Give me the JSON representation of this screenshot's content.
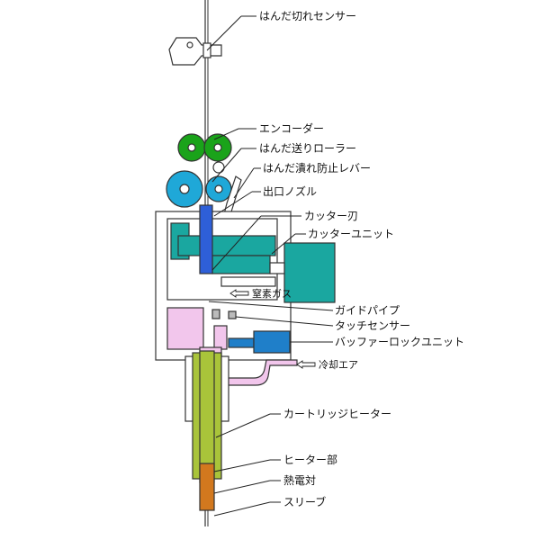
{
  "colors": {
    "feed_roller": "#1aa31a",
    "encoder_roller": "#1fa8d8",
    "cutter": "#1aa7a0",
    "buffer": "#1f7fc9",
    "pink_parts": "#f2c6ec",
    "heater": "#a9c43a",
    "blue_nozzle": "#2e5fd8",
    "sleeve": "#d2781e",
    "frame": "#ffffff"
  },
  "labels": {
    "solder_break_sensor": "はんだ切れセンサー",
    "encoder": "エンコーダー",
    "solder_feed_roller": "はんだ送りローラー",
    "solder_crush_prevent_lever": "はんだ潰れ防止レバー",
    "outlet_nozzle": "出口ノズル",
    "cutter_blade": "カッター刃",
    "cutter_unit": "カッターユニット",
    "nitrogen_gas": "窒素ガス",
    "guide_pipe": "ガイドパイプ",
    "touch_sensor": "タッチセンサー",
    "buffer_lock_unit": "バッファーロックユニット",
    "cooling_air": "冷却エア",
    "cartridge_heater": "カートリッジヒーター",
    "heater_part": "ヒーター部",
    "thermocouple": "熱電対",
    "sleeve": "スリーブ"
  }
}
